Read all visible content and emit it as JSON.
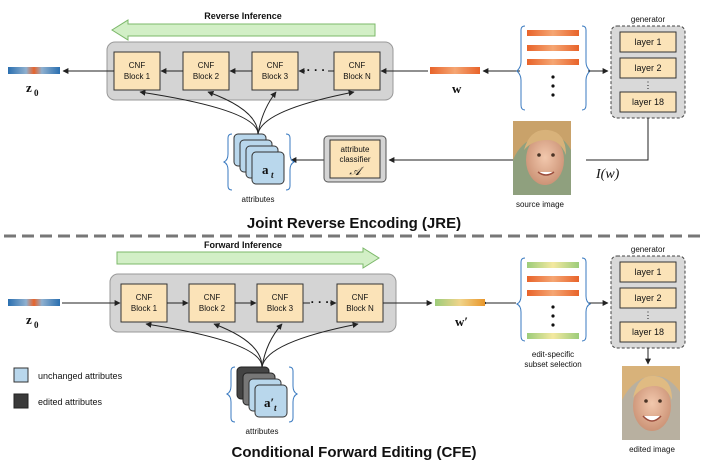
{
  "jre": {
    "title": "Joint Reverse Encoding (JRE)",
    "direction_label": "Reverse Inference",
    "cnf_blocks": [
      {
        "line1": "CNF",
        "line2": "Block 1"
      },
      {
        "line1": "CNF",
        "line2": "Block 2"
      },
      {
        "line1": "CNF",
        "line2": "Block 3"
      },
      {
        "line1": "CNF",
        "line2": "Block N"
      }
    ],
    "ellipsis": "· · ·",
    "z_label": "z",
    "z_sub": "0",
    "w_label": "w",
    "attributes_label": "attributes",
    "a_label": "a",
    "a_sub": "t",
    "classifier": {
      "line1": "attribute",
      "line2": "classifier",
      "symbol": "𝒜"
    },
    "generator": {
      "title": "generator",
      "layers": [
        "layer 1",
        "layer 2",
        "layer 18"
      ],
      "ellipsis": "⋮"
    },
    "image_caption": "source image",
    "iw_label": "I(w)"
  },
  "cfe": {
    "title": "Conditional Forward Editing (CFE)",
    "direction_label": "Forward Inference",
    "cnf_blocks": [
      {
        "line1": "CNF",
        "line2": "Block 1"
      },
      {
        "line1": "CNF",
        "line2": "Block 2"
      },
      {
        "line1": "CNF",
        "line2": "Block 3"
      },
      {
        "line1": "CNF",
        "line2": "Block N"
      }
    ],
    "ellipsis": "· · ·",
    "z_label": "z",
    "z_sub": "0",
    "w_label": "w′",
    "attributes_label": "attributes",
    "a_label": "a′",
    "a_sub": "t",
    "subset_caption": [
      "edit-specific",
      "subset selection"
    ],
    "generator": {
      "title": "generator",
      "layers": [
        "layer 1",
        "layer 2",
        "layer 18"
      ],
      "ellipsis": "⋮"
    },
    "image_caption": "edited image"
  },
  "legend": [
    {
      "label": "unchanged attributes",
      "color": "#b9d7ec"
    },
    {
      "label": "edited attributes",
      "color": "#3a3a3a"
    }
  ],
  "colors": {
    "cnf_fill": "#fbe3b8",
    "panel_fill": "#d4d4d4",
    "generator_fill": "#d9d9d9",
    "arrow_band": "#d2efc6",
    "attr_blue": "#b9d7ec",
    "attr_dark": "#444444",
    "latent_orange": "#e8632a",
    "latent_blue": "#2a6fb0",
    "latent_green": "#b9dc9a"
  }
}
